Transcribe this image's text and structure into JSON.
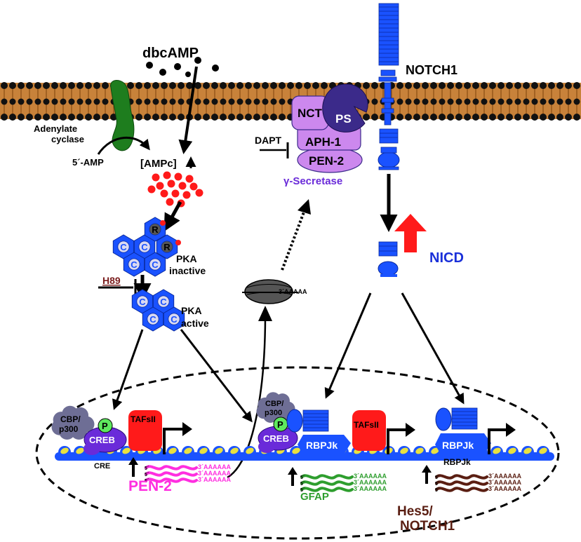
{
  "colors": {
    "membrane_brown": "#c8823a",
    "membrane_head": "#111111",
    "notch_blue": "#1a52ff",
    "adenylate_green": "#1e7d1e",
    "camp_red": "#ff1a1a",
    "pka_blue": "#1a52ff",
    "secretase_purple": "#cc88ee",
    "secretase_dark": "#3b2a8a",
    "creb_purple": "#6a2bd9",
    "cbp_gray": "#6e6e95",
    "taf_red": "#ff1a1a",
    "p_green": "#5ee85e",
    "pen2_magenta": "#ff2ee0",
    "gfap_green": "#2e9e2e",
    "hes5_brown": "#5a1e12",
    "dapt_h89": "#7a1c1c"
  },
  "labels": {
    "dbcamp": "dbcAMP",
    "notch1": "NOTCH1",
    "adenylate": "Adenylate",
    "cyclase": "cyclase",
    "five_amp": "5´-AMP",
    "ampc": "[AMPc]",
    "dapt": "DAPT",
    "nct": "NCT",
    "ps": "PS",
    "aph1": "APH-1",
    "pen2_complex": "PEN-2",
    "secretase": "γ-Secretase",
    "nicd": "NICD",
    "pka_inactive_1": "PKA",
    "pka_inactive_2": "inactive",
    "pka_active_1": "PKA",
    "pka_active_2": "active",
    "h89": "H89",
    "r": "R",
    "c": "C",
    "mrna_tail": "3´AAAAA",
    "cbp1": "CBP/",
    "cbp2": "p300",
    "p": "P",
    "creb": "CREB",
    "tafsii": "TAFsII",
    "cre": "CRE",
    "pen2_gene": "PEN-2",
    "rbpjk": "RBPJk",
    "gfap": "GFAP",
    "hes5": "Hes5/",
    "notch1_gene": "NOTCH1",
    "five": "5´",
    "three": "3´",
    "aaaaaa": "AAAAAA",
    "rbpjk_small": "RBPJk"
  }
}
